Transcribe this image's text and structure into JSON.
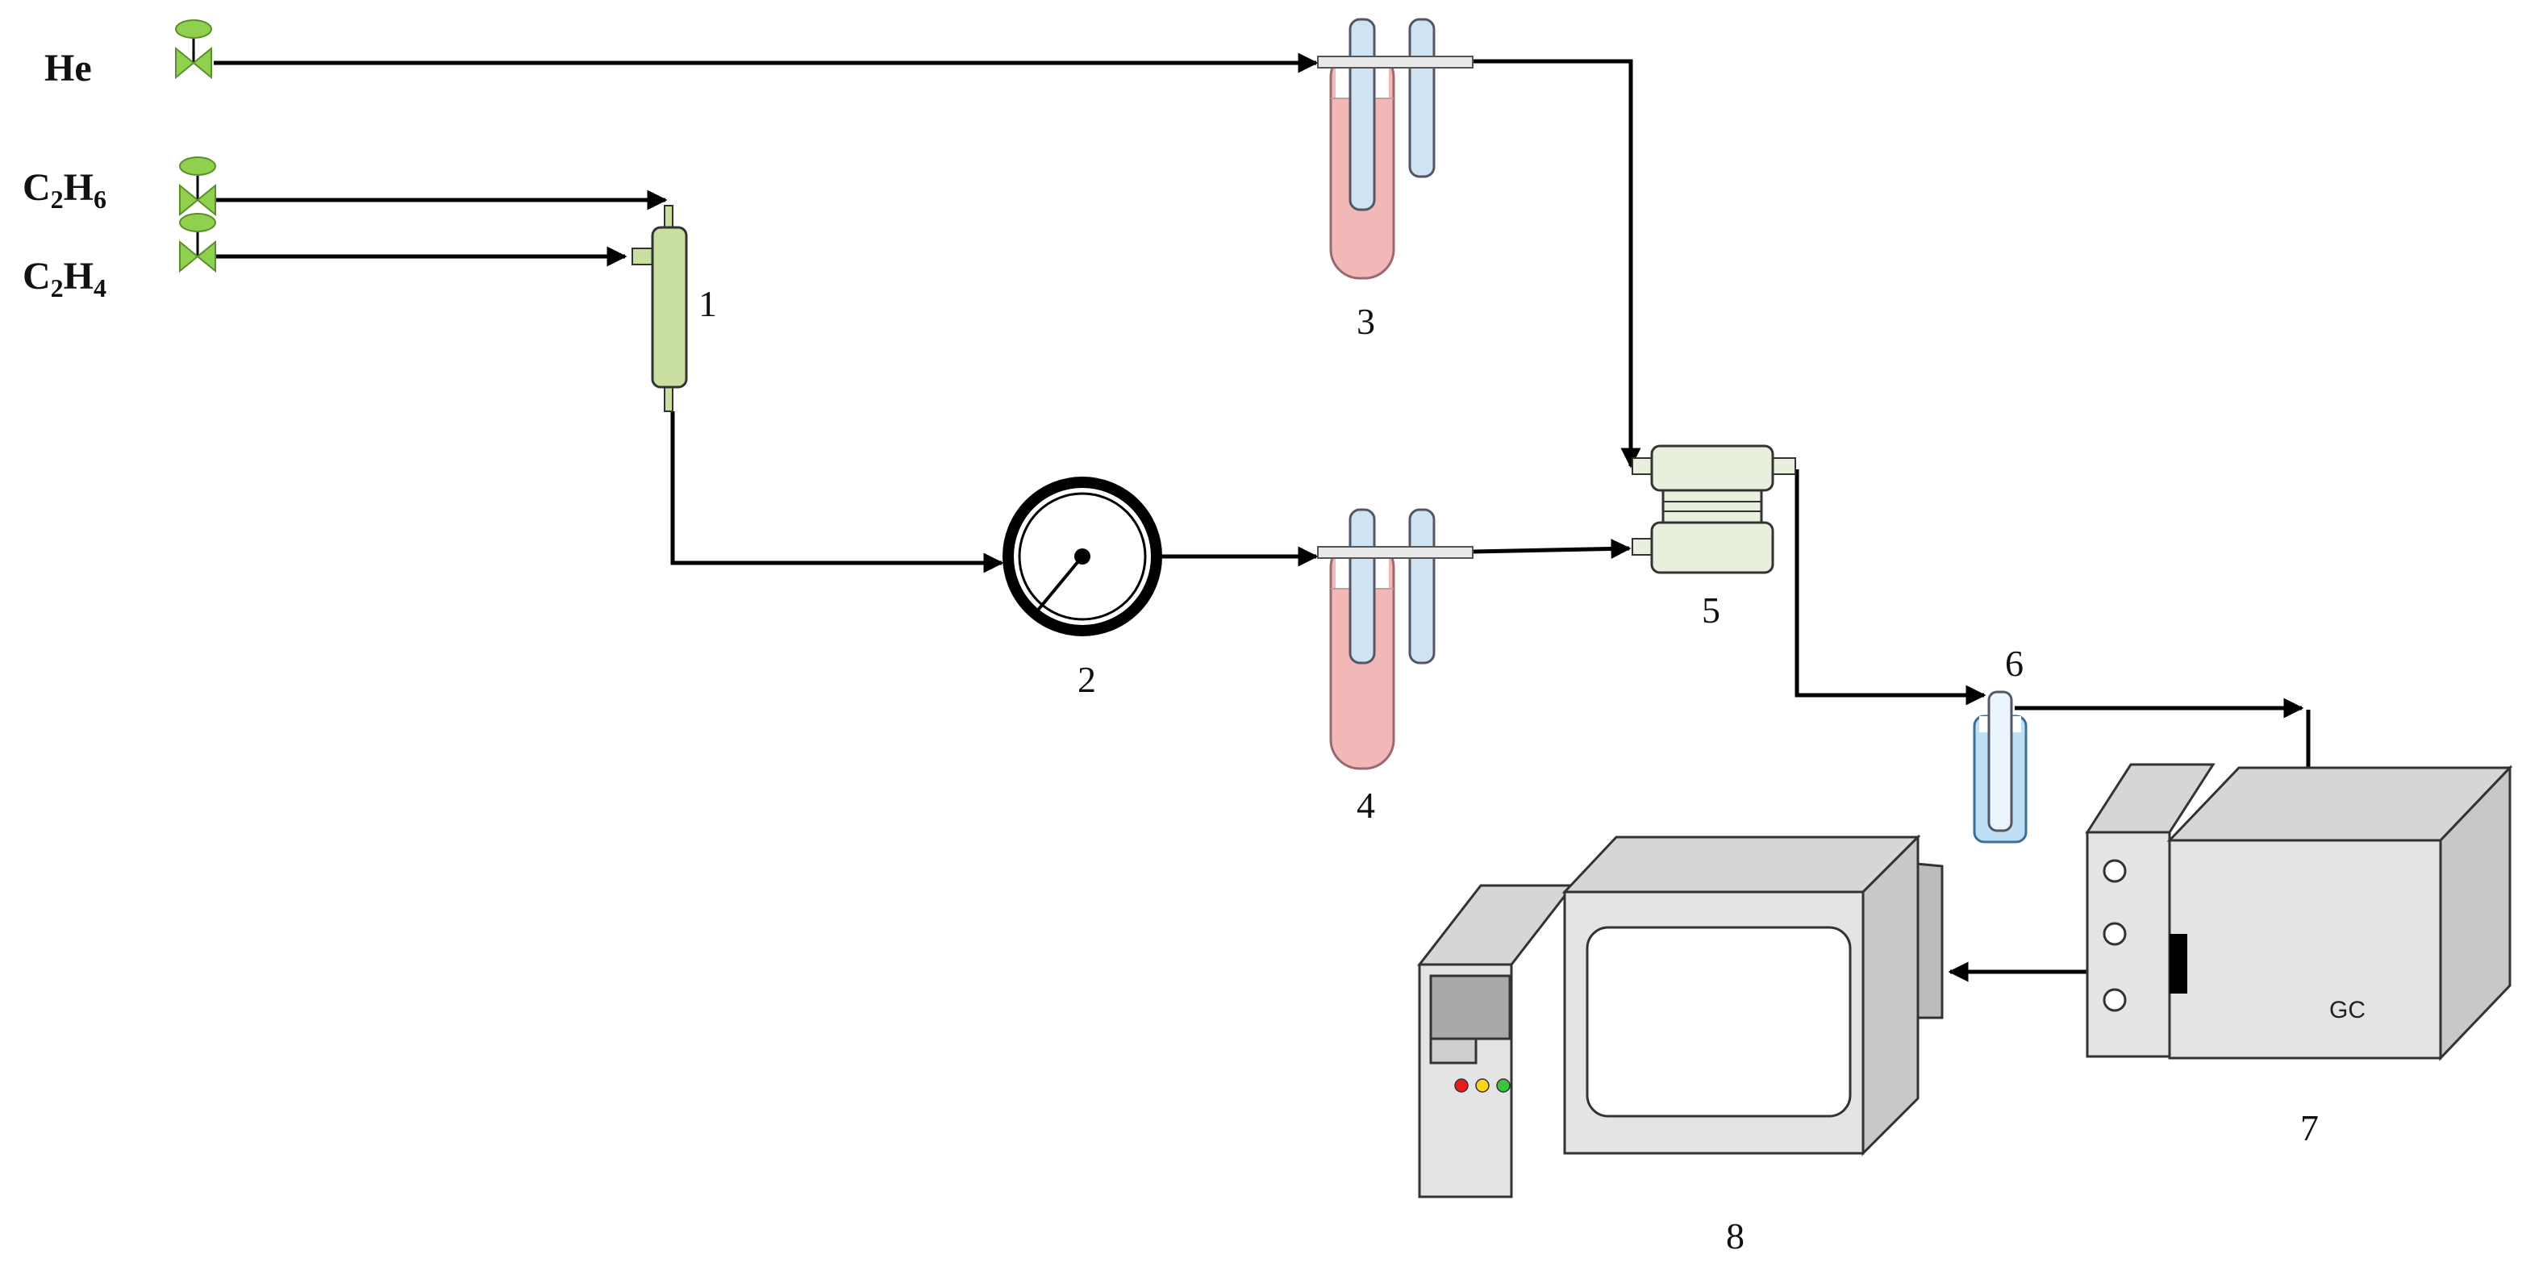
{
  "gases": {
    "he": "He",
    "c2h6": {
      "main": "C",
      "sub1": "2",
      "mid": "H",
      "sub2": "6"
    },
    "c2h4": {
      "main": "C",
      "sub1": "2",
      "mid": "H",
      "sub2": "4"
    }
  },
  "components": {
    "n1": "1",
    "n2": "2",
    "n3": "3",
    "n4": "4",
    "n5": "5",
    "n6": "6",
    "n7": "7",
    "n8": "8"
  },
  "gc_label": "GC",
  "colors": {
    "valve": "#8fd14f",
    "mixer": "#c9dfa0",
    "saturator_liquid": "#f2b8b8",
    "tube": "#cfe3f3",
    "reactor": "#e8efdc",
    "trap": "#bfe0f4",
    "gc_body": "#e4e4e4",
    "computer": "#e4e4e4",
    "led_red": "#e81d1d",
    "led_yellow": "#f7d51c",
    "led_green": "#3cc43c"
  }
}
